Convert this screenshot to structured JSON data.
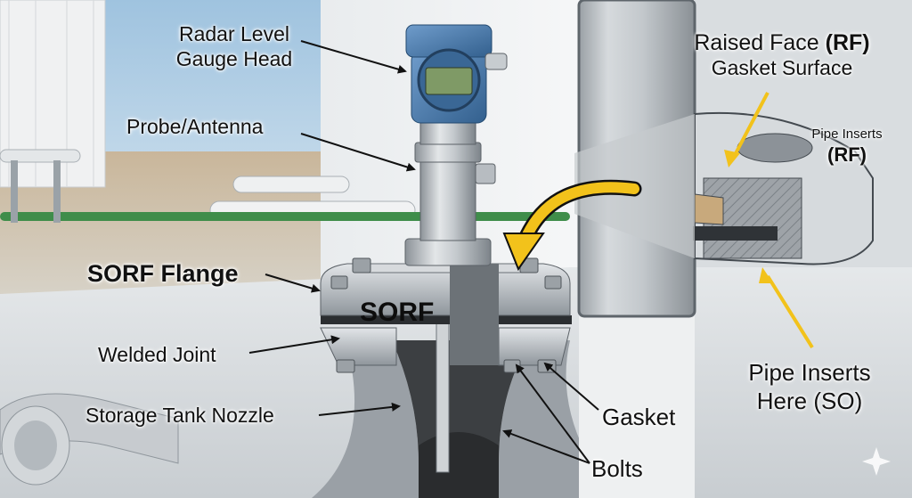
{
  "labels": {
    "radar_head_line1": "Radar Level",
    "radar_head_line2": "Gauge Head",
    "probe": "Probe/Antenna",
    "sorf_flange": "SORF Flange",
    "sorf_plate": "SORF",
    "welded_joint": "Welded Joint",
    "tank_nozzle": "Storage Tank Nozzle",
    "raised_face_line1_prefix": "Raised Face ",
    "raised_face_line1_bold": "(RF)",
    "raised_face_line2": "Gasket Surface",
    "pipe_inserts_small": "Pipe Inserts",
    "pipe_inserts_rf": "(RF)",
    "pipe_inserts_so_line1": "Pipe Inserts",
    "pipe_inserts_so_line2": "Here (SO)",
    "gasket": "Gasket",
    "bolts": "Bolts"
  },
  "colors": {
    "arrow_yellow": "#f2c21b",
    "housing_blue": "#4a77a8",
    "lcd_green": "#7f9a66",
    "pipe_green": "#3f8d4a",
    "steel": "#b9bec3",
    "sky": "#bcd6ea"
  }
}
